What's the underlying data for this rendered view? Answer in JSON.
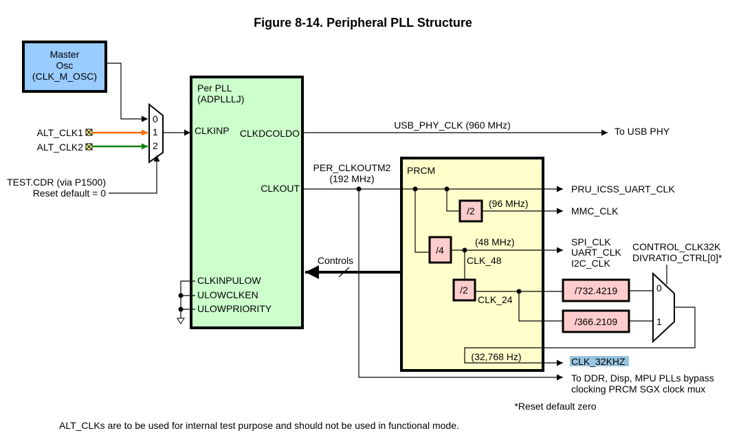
{
  "figure": {
    "title": "Figure 8-14. Peripheral PLL Structure",
    "footnote": "ALT_CLKs are to be used for internal test purpose and should not be used in functional mode.",
    "reset_note": "*Reset default zero"
  },
  "colors": {
    "master_osc_fill": "#99ccff",
    "pll_fill": "#ccffcc",
    "prcm_fill": "#ffffcc",
    "divider_fill": "#ffcccc",
    "alt_clk1_wire": "#ff6600",
    "alt_clk2_wire": "#008000",
    "highlight": "#99c4e0"
  },
  "master_osc": {
    "line1": "Master",
    "line2": "Osc",
    "line3": "(CLK_M_OSC)"
  },
  "input_mux": {
    "inputs": [
      "0",
      "1",
      "2"
    ],
    "alt_clk1": "ALT_CLK1",
    "alt_clk2": "ALT_CLK2",
    "select_line1": "TEST.CDR (via P1500)",
    "select_line2": "Reset default = 0"
  },
  "pll": {
    "name_line1": "Per PLL",
    "name_line2": "(ADPLLLJ)",
    "clkinp": "CLKINP",
    "clkdcoldo": "CLKDCOLDO",
    "clkout": "CLKOUT",
    "clkinpulow": "CLKINPULOW",
    "ulowclken": "ULOWCLKEN",
    "ulowpriority": "ULOWPRIORITY"
  },
  "signals": {
    "usb_phy_clk": "USB_PHY_CLK (960 MHz)",
    "to_usb_phy": "To USB PHY",
    "per_clkoutm2": "PER_CLKOUTM2",
    "per_clkoutm2_freq": "(192 MHz)",
    "controls": "Controls",
    "pru_icss_uart_clk": "PRU_ICSS_UART_CLK",
    "mmc_clk_freq": "(96 MHz)",
    "mmc_clk": "MMC_CLK",
    "clk48_freq": "(48 MHz)",
    "clk_48": "CLK_48",
    "spi_clk": "SPI_CLK",
    "uart_clk": "UART_CLK",
    "i2c_clk": "I2C_CLK",
    "clk_24": "CLK_24",
    "clk32k_freq": "(32,768 Hz)",
    "clk_32khz": "CLK_32KHZ",
    "bypass_line1": "To DDR, Disp, MPU PLLs bypass",
    "bypass_line2": "clocking PRCM SGX clock mux"
  },
  "prcm": {
    "name": "PRCM",
    "div_mmc": "/2",
    "div_48": "/4",
    "div_24": "/2"
  },
  "dividers_32k": {
    "div0": "/732.4219",
    "div1": "/366.2109"
  },
  "clk32k_mux": {
    "inputs": [
      "0",
      "1"
    ],
    "ctrl_line1": "CONTROL_CLK32K",
    "ctrl_line2": "DIVRATIO_CTRL[0]*"
  }
}
